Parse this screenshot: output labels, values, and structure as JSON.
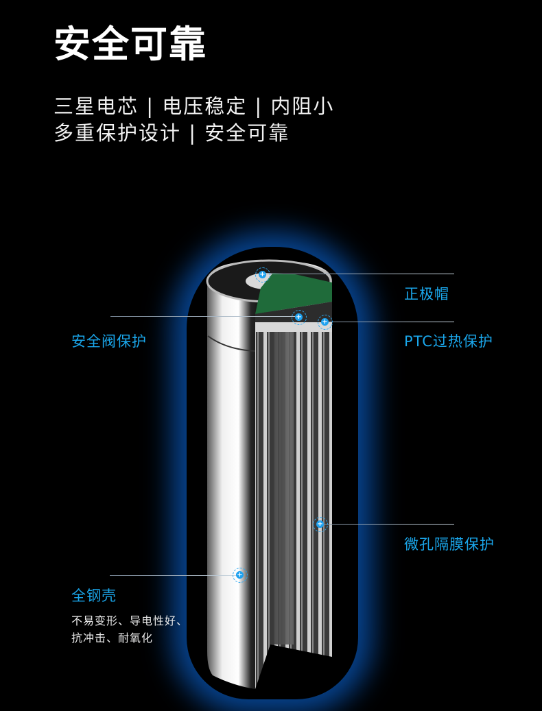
{
  "header": {
    "title": "安全可靠",
    "subtitle_line1": "三星电芯 | 电压稳定 | 内阻小",
    "subtitle_line2": "多重保护设计 | 安全可靠"
  },
  "callouts": {
    "positive_cap": {
      "label": "正极帽",
      "icon": "plus-marker-icon"
    },
    "ptc": {
      "label": "PTC过热保护",
      "icon": "plus-marker-icon"
    },
    "safety_valve": {
      "label": "安全阀保护",
      "icon": "plus-marker-icon"
    },
    "separator": {
      "label": "微孔隔膜保护",
      "icon": "plus-marker-icon"
    },
    "steel_shell": {
      "label": "全钢壳",
      "desc_line1": "不易变形、导电性好、",
      "desc_line2": "抗冲击、耐氧化",
      "icon": "plus-marker-icon"
    }
  },
  "colors": {
    "background": "#000000",
    "accent": "#1aa7ec",
    "glow": "#0a5abe"
  }
}
